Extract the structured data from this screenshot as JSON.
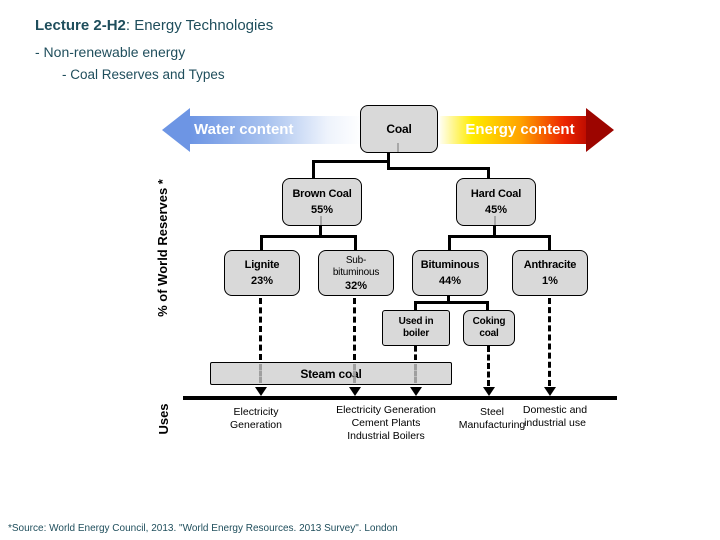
{
  "header": {
    "title_bold": "Lecture 2-H2",
    "title_rest": ": Energy Technologies",
    "subtitle1": "- Non-renewable energy",
    "subtitle2": "- Coal Reserves and Types"
  },
  "axes": {
    "water_label": "Water content",
    "energy_label": "Energy content",
    "reserves_axis": "% of World Reserves *",
    "uses_axis": "Uses"
  },
  "colors": {
    "heading_teal": "#1f4e5c",
    "water_blue": "#6d95e4",
    "energy_yellow": "#ffec00",
    "energy_dark_red": "#9c0500",
    "box_gray": "#d9d9d9"
  },
  "tree": {
    "root": {
      "label": "Coal"
    },
    "brown": {
      "label": "Brown Coal",
      "pct": "55%"
    },
    "hard": {
      "label": "Hard Coal",
      "pct": "45%"
    },
    "lignite": {
      "label": "Lignite",
      "pct": "23%"
    },
    "subbituminous": {
      "label": "Sub-\nbituminous",
      "pct": "32%"
    },
    "bituminous": {
      "label": "Bituminous",
      "pct": "44%"
    },
    "anthracite": {
      "label": "Anthracite",
      "pct": "1%"
    },
    "used_in_boiler": {
      "label": "Used in\nboiler"
    },
    "coking_coal": {
      "label": "Coking\ncoal"
    },
    "steam_coal": {
      "label": "Steam coal"
    }
  },
  "uses": {
    "lignite_use": "Electricity\nGeneration",
    "steam_coal_use": "Electricity Generation\nCement Plants\nIndustrial Boilers",
    "coking_use": "Steel\nManufacturing",
    "anthracite_use": "Domestic and\nindustrial use"
  },
  "footer": {
    "source": "*Source: World Energy Council, 2013. \"World Energy Resources. 2013 Survey\". London"
  }
}
